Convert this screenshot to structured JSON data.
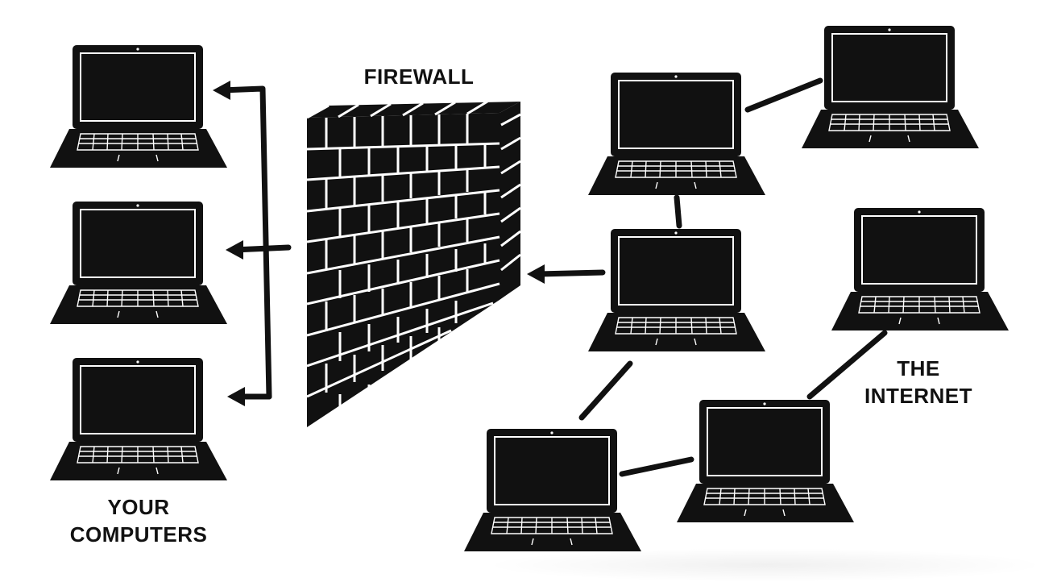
{
  "labels": {
    "firewall": "FIREWALL",
    "your_computers": [
      "YOUR",
      "COMPUTERS"
    ],
    "the_internet": [
      "THE",
      "INTERNET"
    ]
  },
  "colors": {
    "ink": "#111111",
    "background": "#ffffff"
  },
  "icons": [
    "laptop-icon",
    "brick-wall-icon",
    "arrow-icon"
  ]
}
